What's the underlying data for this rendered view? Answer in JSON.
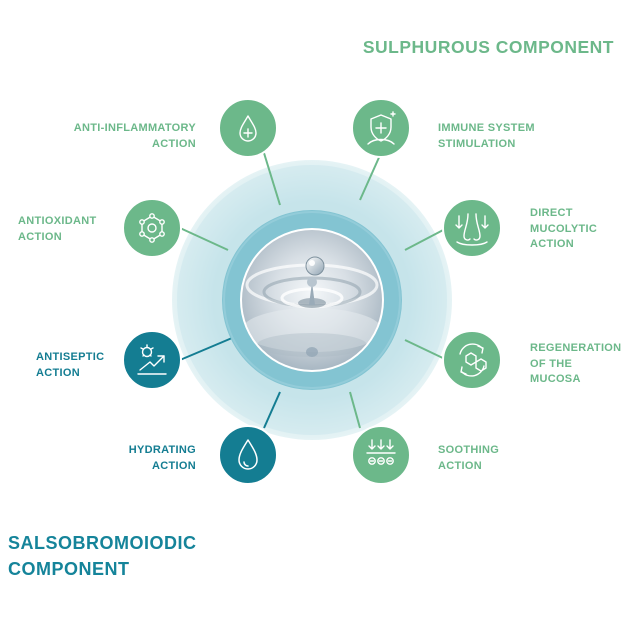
{
  "titles": {
    "sulphurous": "SULPHUROUS COMPONENT",
    "salsobromoiodic": "SALSOBROMOIODIC\nCOMPONENT"
  },
  "actions": {
    "anti_inflammatory": "ANTI-INFLAMMATORY\nACTION",
    "immune": "IMMUNE SYSTEM\nSTIMULATION",
    "antioxidant": "ANTIOXIDANT\nACTION",
    "mucolytic": "DIRECT\nMUCOLYTIC\nACTION",
    "antiseptic": "ANTISEPTIC\nACTION",
    "regeneration": "REGENERATION\nOF THE\nMUCOSA",
    "hydrating": "HYDRATING\nACTION",
    "soothing": "SOOTHING\nACTION"
  },
  "colors": {
    "sulphurous_green": "#6cb88a",
    "salsobromoiodic_teal": "#147d92",
    "ring_blue": "#7cc4d4",
    "halo_light": "#d4ebef"
  },
  "icons": {
    "anti_inflammatory": "drop-plus-icon",
    "immune": "shield-plus-icon",
    "antioxidant": "molecule-icon",
    "mucolytic": "nose-arrows-icon",
    "antiseptic": "bacteria-arrow-icon",
    "regeneration": "cell-renew-icon",
    "hydrating": "water-drop-icon",
    "soothing": "soothing-arrows-icon"
  }
}
